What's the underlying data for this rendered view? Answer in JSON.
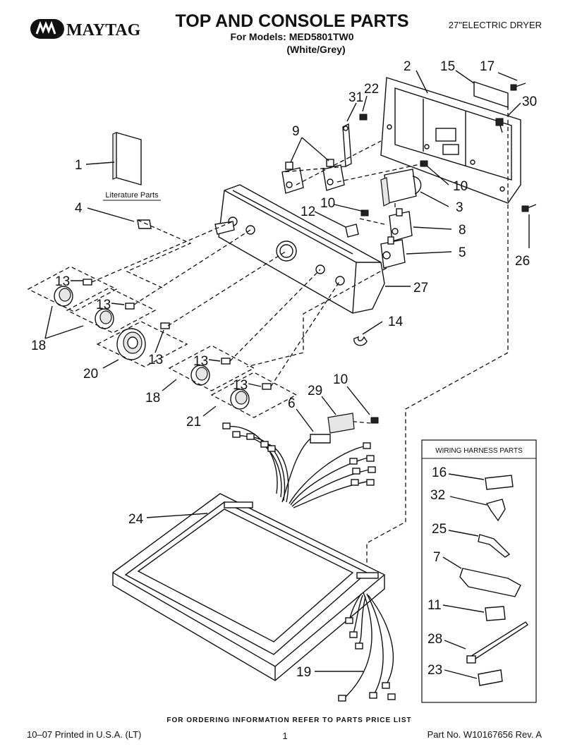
{
  "header": {
    "brand": "MAYTAG",
    "title": "TOP AND CONSOLE PARTS",
    "models": "For Models: MED5801TW0",
    "color": "(White/Grey)",
    "product": "27\"ELECTRIC DRYER"
  },
  "literature_label": "Literature Parts",
  "wiring_box_title": "WIRING HARNESS PARTS",
  "callouts": {
    "c1": "1",
    "c2": "2",
    "c3": "3",
    "c4": "4",
    "c5": "5",
    "c6": "6",
    "c7": "7",
    "c8": "8",
    "c9": "9",
    "c10a": "10",
    "c10b": "10",
    "c10c": "10",
    "c11": "11",
    "c12": "12",
    "c13a": "13",
    "c13b": "13",
    "c13c": "13",
    "c13d": "13",
    "c13e": "13",
    "c14": "14",
    "c15": "15",
    "c16": "16",
    "c17": "17",
    "c18a": "18",
    "c18b": "18",
    "c19": "19",
    "c20": "20",
    "c21": "21",
    "c22": "22",
    "c23": "23",
    "c24": "24",
    "c25": "25",
    "c26": "26",
    "c27": "27",
    "c28": "28",
    "c29": "29",
    "c30": "30",
    "c31": "31",
    "c32": "32"
  },
  "footer": {
    "ordering": "FOR ORDERING INFORMATION REFER TO PARTS PRICE LIST",
    "printed": "10–07 Printed in U.S.A. (LT)",
    "page": "1",
    "part_no": "Part No. W10167656 Rev. A"
  },
  "colors": {
    "ink": "#111111",
    "background": "#ffffff"
  }
}
